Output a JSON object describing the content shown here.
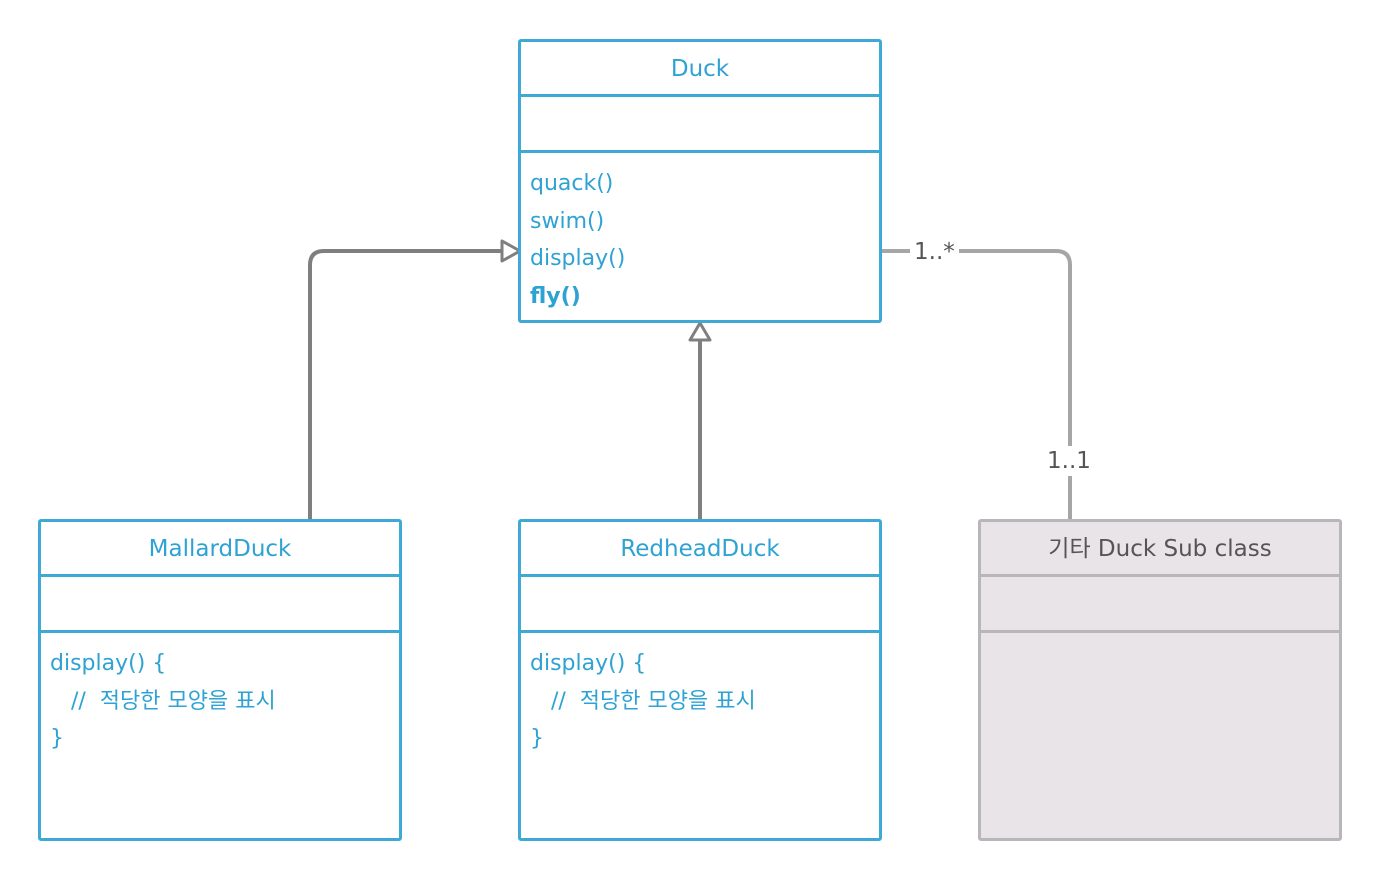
{
  "classes": {
    "duck": {
      "name": "Duck",
      "operations": [
        "quack()",
        "swim()",
        "display()",
        "fly()"
      ]
    },
    "mallard": {
      "name": "MallardDuck",
      "operations": [
        "display() {",
        "   //  적당한 모양을 표시",
        "}"
      ]
    },
    "redhead": {
      "name": "RedheadDuck",
      "operations": [
        "display() {",
        "   //  적당한 모양을 표시",
        "}"
      ]
    },
    "other": {
      "name": "기타 Duck Sub class"
    }
  },
  "association": {
    "multiplicity_duck_end": "1..*",
    "multiplicity_other_end": "1..1"
  },
  "colors": {
    "class_border": "#3fa9d6",
    "class_text": "#2ea3d3",
    "generalization_line": "#7f7f7f",
    "association_line": "#a6a6a6",
    "gray_class_fill": "#e8e4e7",
    "gray_class_border": "#b8b6b8"
  }
}
